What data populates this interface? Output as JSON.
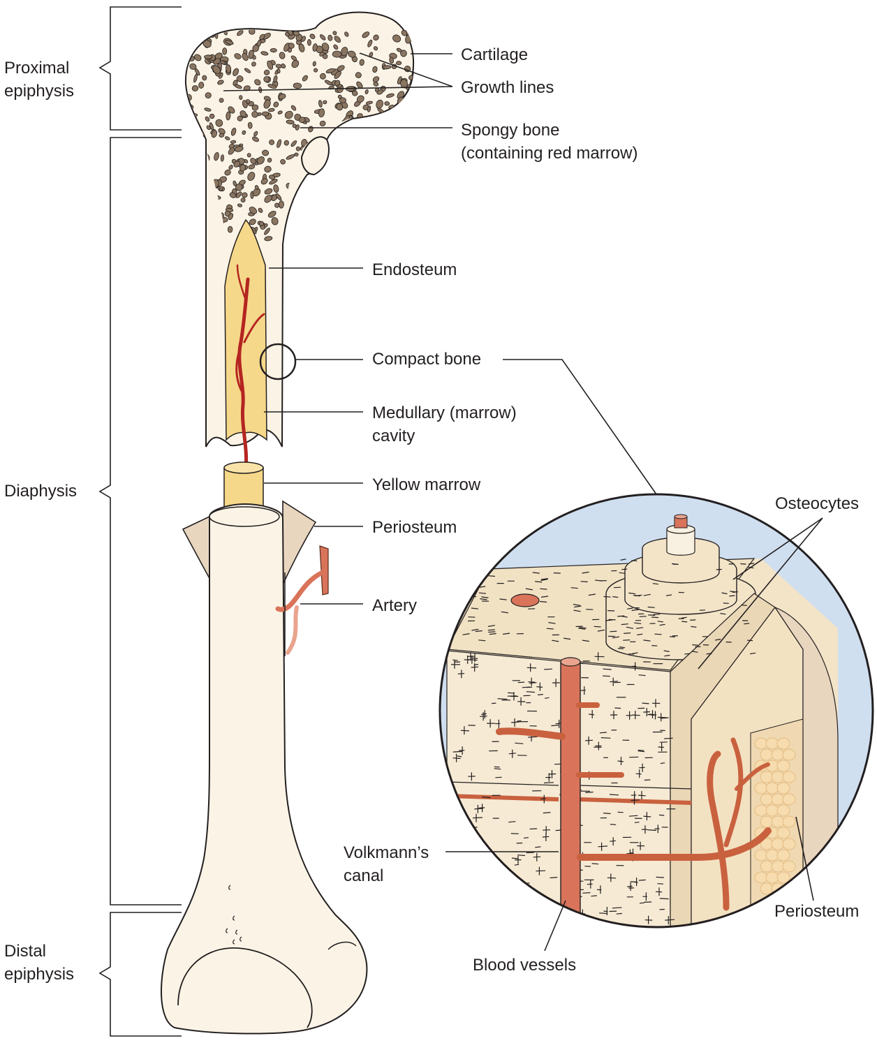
{
  "regions": {
    "proximal_epiphysis": "Proximal\nepiphysis",
    "diaphysis": "Diaphysis",
    "distal_epiphysis": "Distal\nepiphysis"
  },
  "labels": {
    "cartilage": "Cartilage",
    "growth_lines": "Growth lines",
    "spongy_bone": "Spongy bone\n(containing red marrow)",
    "endosteum": "Endosteum",
    "compact_bone": "Compact bone",
    "medullary_cavity": "Medullary (marrow)\ncavity",
    "yellow_marrow": "Yellow marrow",
    "periosteum": "Periosteum",
    "artery": "Artery",
    "osteocytes": "Osteocytes",
    "volkmanns_canal": "Volkmann’s\ncanal",
    "blood_vessels": "Blood vessels",
    "periosteum_detail": "Periosteum"
  },
  "colors": {
    "bone": "#fbf4e6",
    "spongy": "#8a7560",
    "yellow_marrow": "#f6d88a",
    "blood_vessel": "#b42521",
    "artery": "#d9745a",
    "cartilage": "#c9d8ef",
    "magnify_bg": "#cfdff0"
  }
}
